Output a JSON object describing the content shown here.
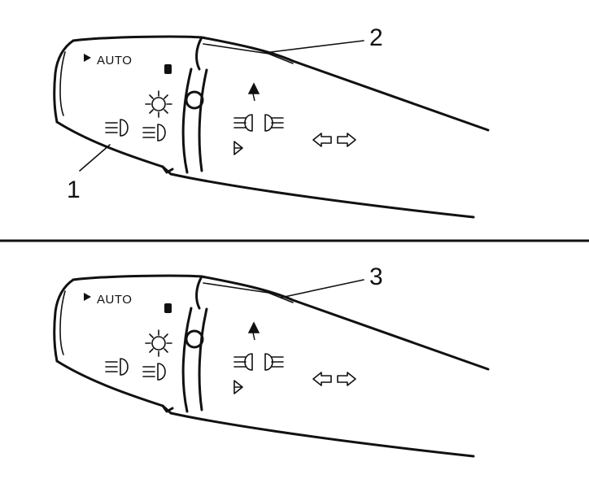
{
  "panels": [
    {
      "auto_label": "AUTO",
      "callouts": [
        {
          "id": "1",
          "text": "1"
        },
        {
          "id": "2",
          "text": "2"
        }
      ]
    },
    {
      "auto_label": "AUTO",
      "callouts": [
        {
          "id": "3",
          "text": "3"
        }
      ]
    }
  ],
  "colors": {
    "ink": "#111111",
    "background": "#ffffff"
  },
  "icons": [
    "headlight-auto-arrow-icon",
    "park-lights-icon",
    "low-beam-icon",
    "high-beam-icon",
    "beam-toggle-icon",
    "flash-arrow-icon",
    "turn-signal-icon",
    "indicator-lamp-icon"
  ]
}
